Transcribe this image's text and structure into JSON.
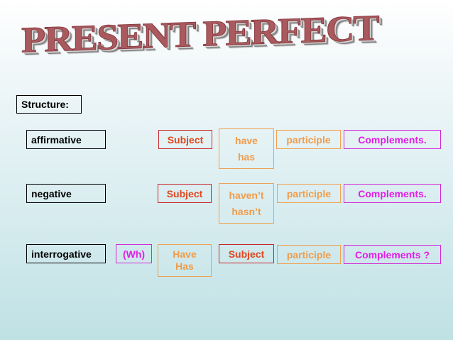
{
  "title": "PRESENT PERFECT",
  "structure_label": "Structure:",
  "rows": [
    {
      "type": "affirmative",
      "subject": "Subject",
      "aux": [
        "have",
        "has"
      ],
      "participle": "participle",
      "complements": "Complements."
    },
    {
      "type": "negative",
      "subject": "Subject",
      "aux": [
        "haven’t",
        "hasn’t"
      ],
      "participle": "participle",
      "complements": "Complements."
    },
    {
      "type": "interrogative",
      "wh": "(Wh)",
      "aux": [
        "Have",
        "Has"
      ],
      "subject": "Subject",
      "participle": "participle",
      "complements": "Complements ?"
    }
  ],
  "colors": {
    "subject": "#e0461e",
    "aux": "#f09c4a",
    "complements": "#e21de6",
    "label": "#000000"
  }
}
